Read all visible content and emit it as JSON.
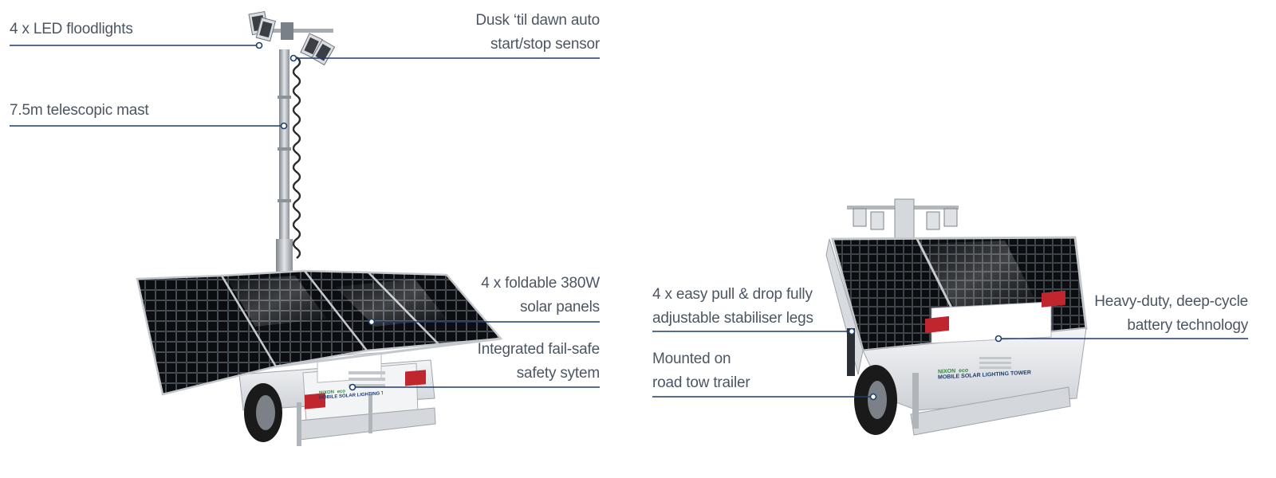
{
  "colors": {
    "label_text": "#4c5663",
    "leader_line": "#1f3d6b",
    "panel_cell": "#111418",
    "panel_grid": "#5d6670",
    "chassis": "#ebedf0",
    "galvanized": "#c9cdd2",
    "mast": "#aeb3b9",
    "tyre": "#1a1a1a",
    "tail_light": "#c0262d",
    "brand_green": "#2e8b3a"
  },
  "callouts": {
    "floodlights": {
      "lines": [
        "4 x LED floodlights"
      ]
    },
    "sensor": {
      "lines": [
        "Dusk ‘til dawn auto",
        "start/stop sensor"
      ]
    },
    "mast": {
      "lines": [
        "7.5m telescopic mast"
      ]
    },
    "panels": {
      "lines": [
        "4 x foldable 380W",
        "solar panels"
      ]
    },
    "failsafe": {
      "lines": [
        "Integrated fail-safe",
        "safety sytem"
      ]
    },
    "stabiliser": {
      "lines": [
        "4 x easy pull & drop fully",
        "adjustable stabiliser legs"
      ]
    },
    "trailer": {
      "lines": [
        "Mounted on",
        "road tow trailer"
      ]
    },
    "battery": {
      "lines": [
        "Heavy-duty, deep-cycle",
        "battery technology"
      ]
    }
  },
  "products": {
    "deployed": {
      "housing_label": "MOBILE SOLAR LIGHTING TOWER",
      "brand_text": "NIXON",
      "eco_text": "eco"
    },
    "transport": {
      "housing_label": "MOBILE SOLAR LIGHTING TOWER",
      "brand_text": "NIXON",
      "eco_text": "eco"
    }
  }
}
